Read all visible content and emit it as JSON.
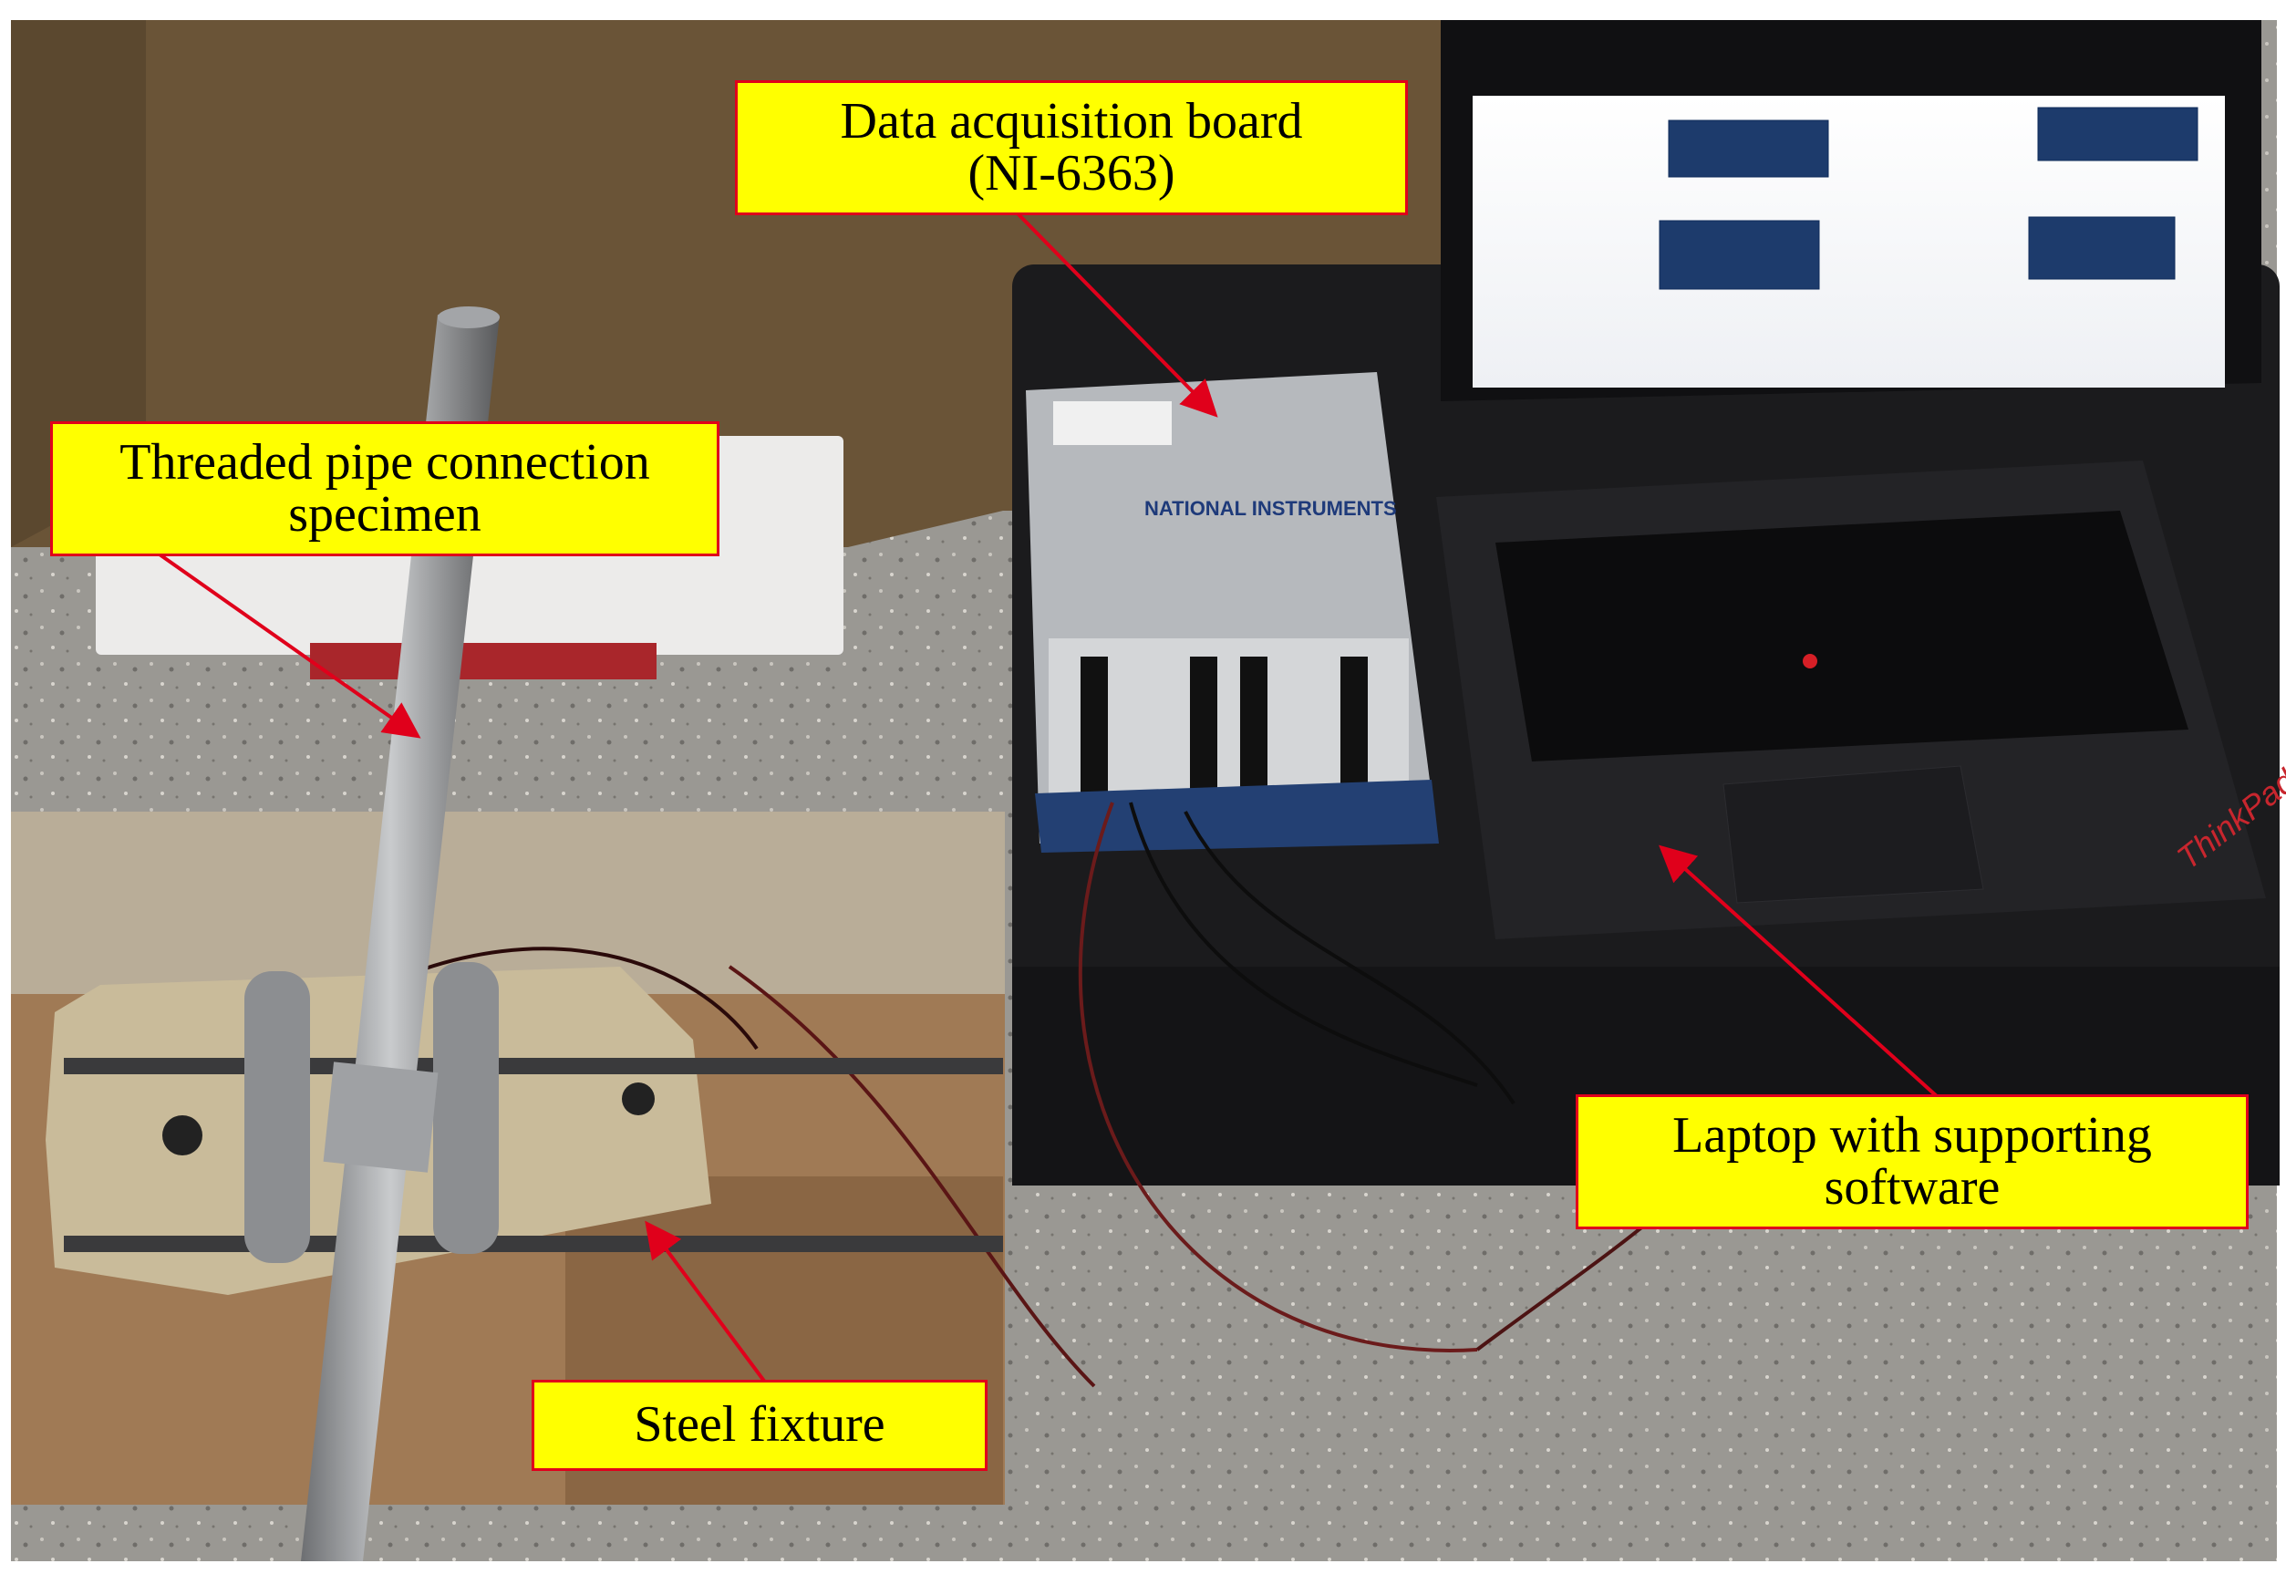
{
  "colors": {
    "callout_fill": "#ffff00",
    "callout_border": "#e0001b",
    "arrow": "#e0001b"
  },
  "labels": {
    "daq": {
      "line1": "Data acquisition board",
      "line2": "(NI-6363)"
    },
    "pipe": {
      "line1": "Threaded pipe connection",
      "line2": "specimen"
    },
    "laptop": {
      "line1": "Laptop with supporting",
      "line2": "software"
    },
    "fixture": {
      "line1": "Steel fixture"
    }
  },
  "photo_text": {
    "daq_brand": "NATIONAL INSTRUMENTS",
    "laptop_brand": "ThinkPad"
  }
}
